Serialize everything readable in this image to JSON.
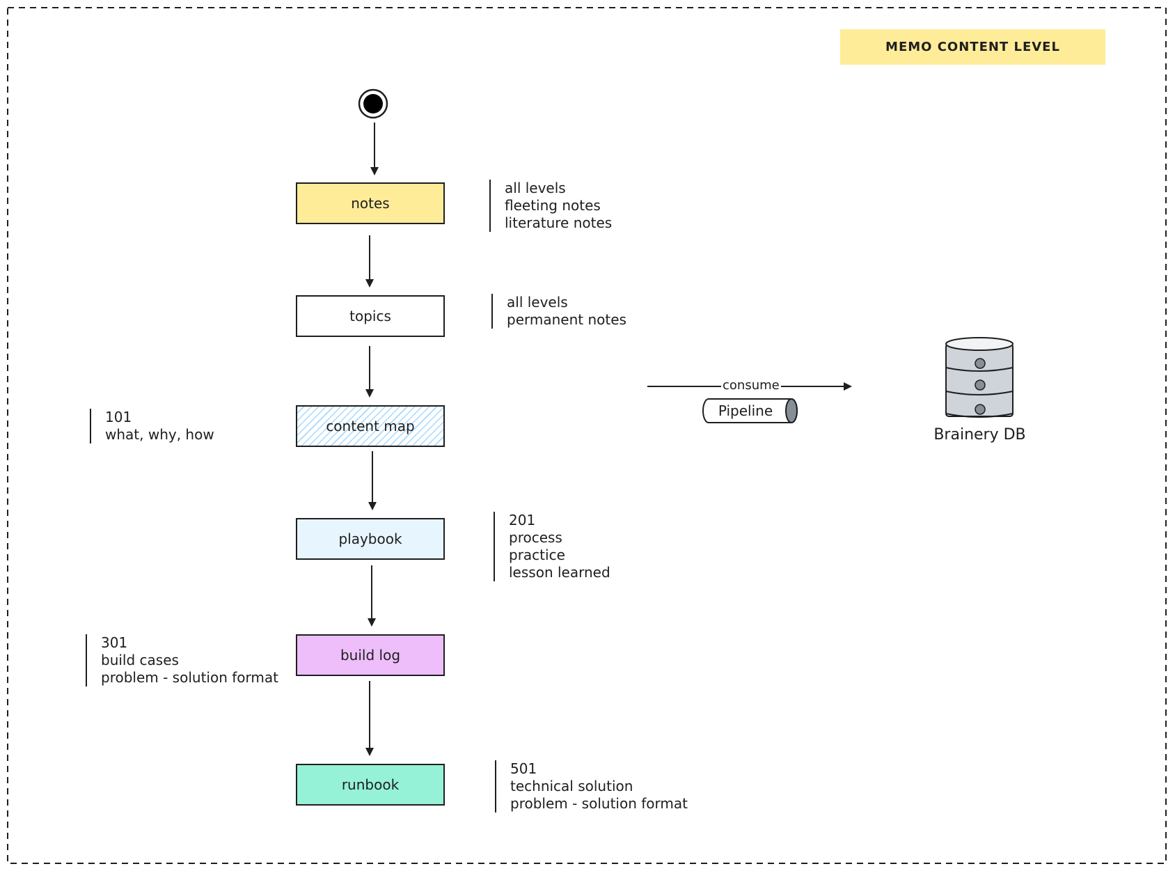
{
  "title": "MEMO CONTENT LEVEL",
  "nodes": {
    "notes": "notes",
    "topics": "topics",
    "content_map": "content map",
    "playbook": "playbook",
    "build_log": "build log",
    "runbook": "runbook"
  },
  "annotations": {
    "notes": [
      "all levels",
      "fleeting notes",
      "literature notes"
    ],
    "topics": [
      "all levels",
      "permanent notes"
    ],
    "content_map": [
      "101",
      "what, why, how"
    ],
    "playbook": [
      "201",
      "process",
      "practice",
      "lesson learned"
    ],
    "build_log": [
      "301",
      "build cases",
      "problem - solution format"
    ],
    "runbook": [
      "501",
      "technical solution",
      "problem - solution format"
    ]
  },
  "pipeline": {
    "arrow_label": "consume",
    "component": "Pipeline",
    "target": "Brainery DB"
  },
  "colors": {
    "notes_fill": "#ffec99",
    "content_map_hatch": "#a5d8ff",
    "playbook_fill": "#e7f5ff",
    "build_log_fill": "#eebefa",
    "runbook_fill": "#96f2d7",
    "db_fill": "#ced4da",
    "stroke": "#1e1e1e"
  }
}
